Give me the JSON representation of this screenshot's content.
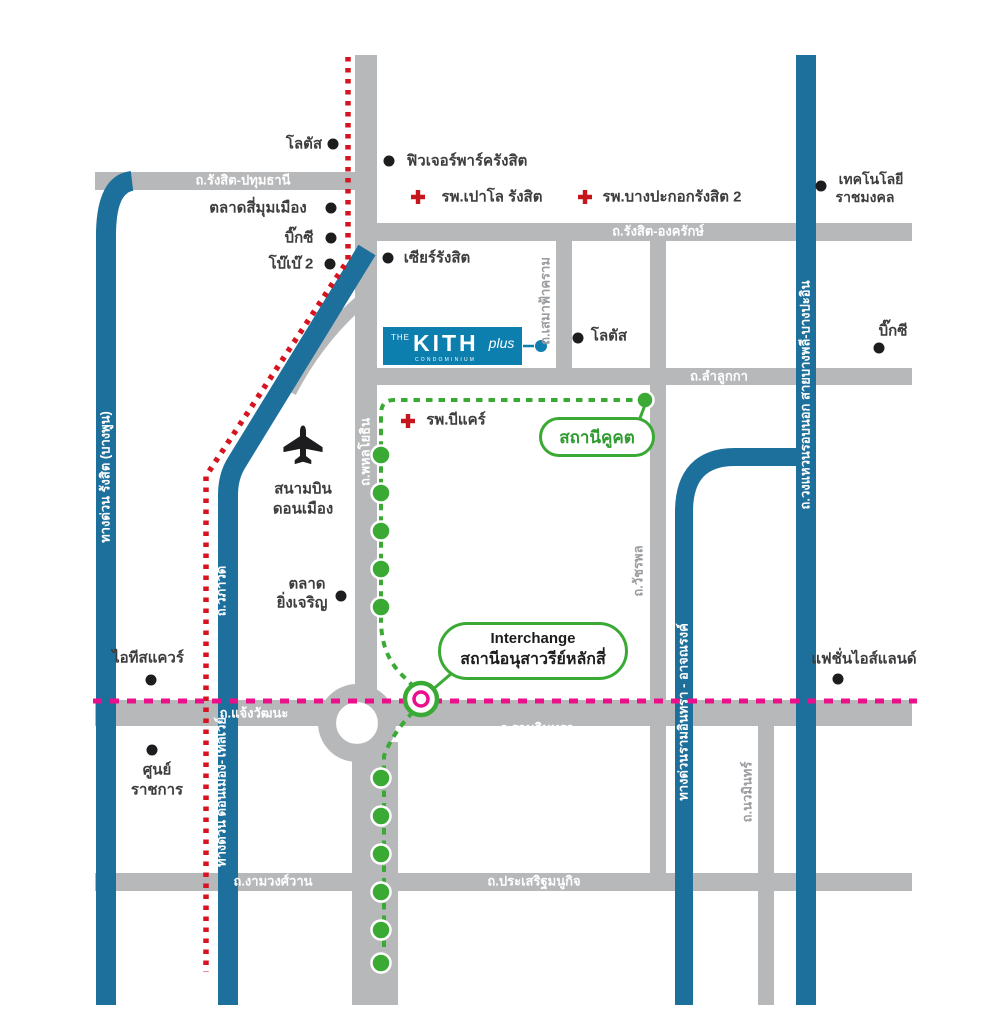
{
  "colors": {
    "road_gray": "#b7b8ba",
    "expressway_blue": "#1d6f9c",
    "railway_red": "#d6131f",
    "pink_line": "#ec0f8c",
    "green_line": "#3aaa35",
    "brand_teal": "#0d7fae"
  },
  "logo": {
    "the": "THE",
    "kith": "KITH",
    "plus": "plus",
    "caption": "CONDOMINIUM"
  },
  "roads": {
    "rangsit_pathumthani": "ถ.รังสิต-ปทุมธานี",
    "rangsit_ongkharak": "ถ.รังสิต-องครักษ์",
    "lam_luk_ka": "ถ.ลำลูกกา",
    "sema_fah_kram": "ถ.เสมาฟ้าคราม",
    "phahonyothin": "ถ.พหลโยธิน",
    "watcharaphon": "ถ.วัชรพล",
    "vibhavadi": "ถ.วิภาวดี",
    "chaengwattana": "ถ.แจ้งวัฒนะ",
    "ram_intra": "ถ.รามอินทรา",
    "ngamwongwan": "ถ.งามวงศ์วาน",
    "prasert_manukitch": "ถ.ประเสริฐมนูกิจ",
    "nawamin": "ถ.นวมินทร์",
    "outer_ring": "ถ.วงแหวนรอบนอก สายบางพลี-บางปะอิน",
    "tollway_rangsit": "ทางด่วน รังสิต (บางพูน)",
    "tollway_don_mueang": "ทางด่วน ดอนเมือง-โทลเวย์",
    "expressway_ram_intra": "ทางด่วนรามอินทรา - อาจณรงค์"
  },
  "places": {
    "lotus_top": "โลตัส",
    "future_park": "ฟิวเจอร์พาร์ครังสิต",
    "talad_si_mum_mueang": "ตลาดสี่มุมเมือง",
    "big_c_top": "บิ๊กซี",
    "bobae2": "โบ๊เบ๊ 2",
    "zeer_rangsit": "เซียร์รังสิต",
    "rmut_line1": "เทคโนโลยี",
    "rmut_line2": "ราชมงคล",
    "big_c_right": "บิ๊กซี",
    "lotus_mid": "โลตัส",
    "airport_line1": "สนามบิน",
    "airport_line2": "ดอนเมือง",
    "ying_charoen_line1": "ตลาด",
    "ying_charoen_line2": "ยิ่งเจริญ",
    "it_square": "ไอทีสแควร์",
    "gov_center_line1": "ศูนย์",
    "gov_center_line2": "ราชการ",
    "fashion_island": "แฟชั่นไอส์แลนด์"
  },
  "hospitals": {
    "paolo": "รพ.เปาโล รังสิต",
    "bangpakok": "รพ.บางปะกอกรังสิต 2",
    "bcare": "รพ.บีแคร์"
  },
  "stations": {
    "khu_khot": "สถานีคูคต",
    "interchange_en": "Interchange",
    "interchange_th": "สถานีอนุสาวรีย์หลักสี่"
  }
}
